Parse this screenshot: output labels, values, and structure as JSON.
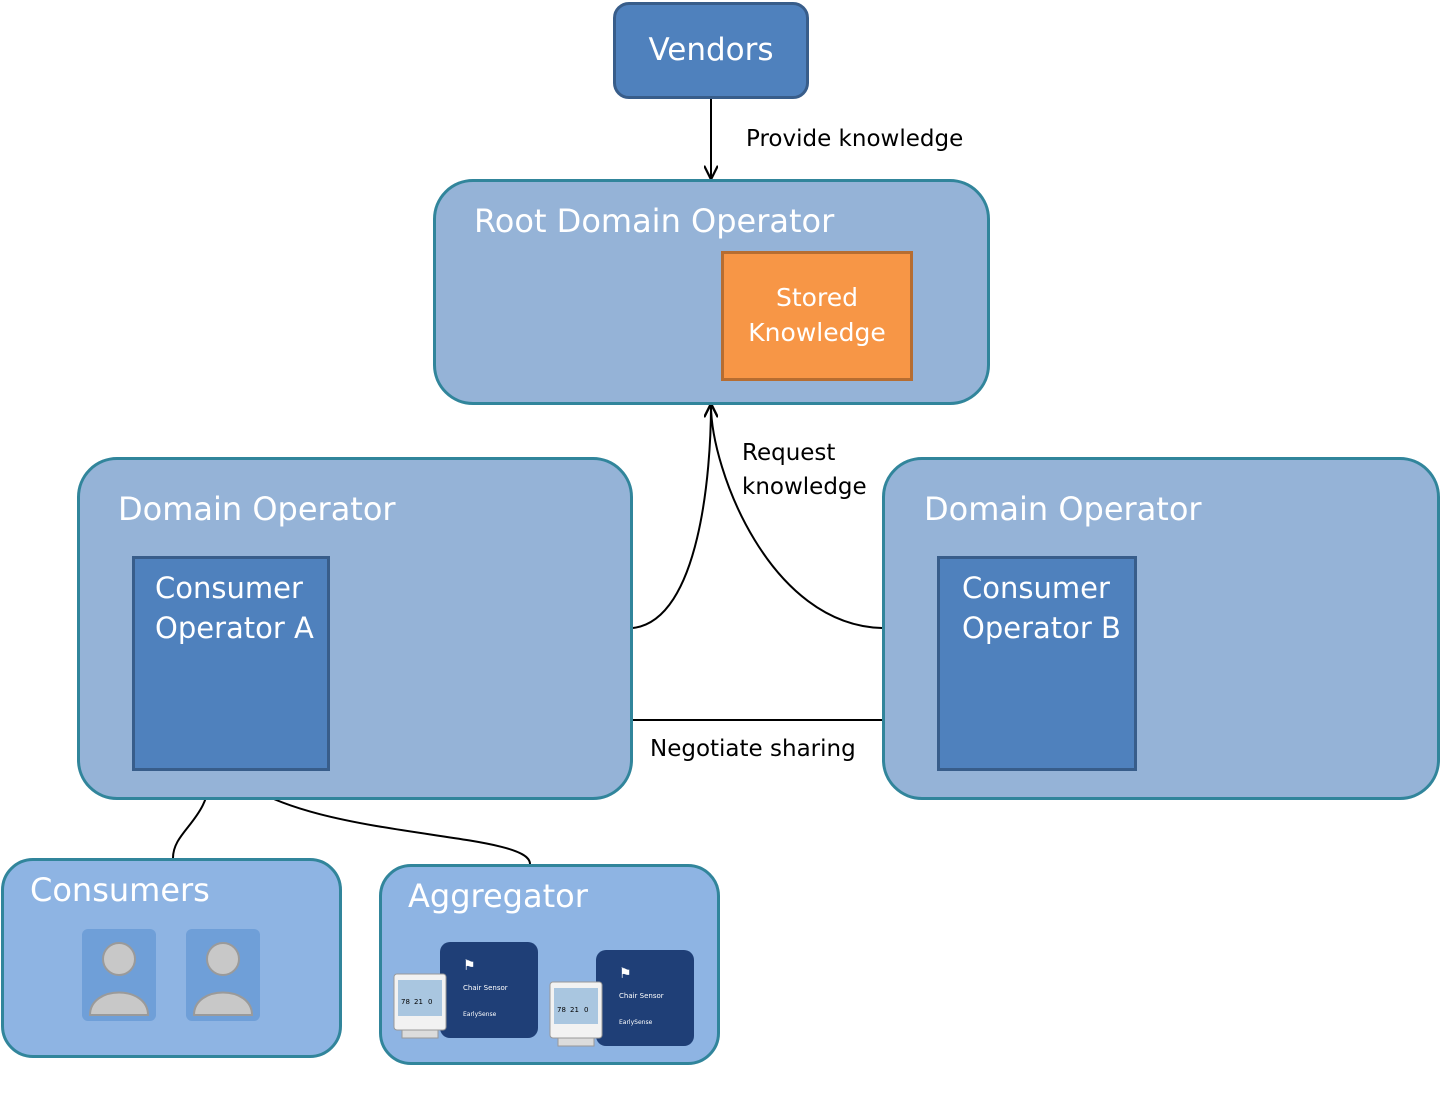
{
  "nodes": {
    "vendors": "Vendors",
    "root_domain_operator": "Root Domain Operator",
    "stored_knowledge": "Stored\nKnowledge",
    "domain_operator_left": "Domain Operator",
    "domain_operator_right": "Domain Operator",
    "consumer_operator_a": "Consumer\nOperator  A",
    "consumer_operator_b": "Consumer\nOperator  B",
    "consumers": "Consumers",
    "aggregator": "Aggregator"
  },
  "edges": {
    "provide_knowledge": "Provide knowledge",
    "request_knowledge": "Request\nknowledge",
    "negotiate_sharing": "Negotiate sharing"
  },
  "device_screen_numbers": [
    "78",
    "21",
    "0"
  ],
  "device_labels": {
    "product": "Chair Sensor",
    "brand": "EarlySense"
  },
  "icons": {
    "consumer_avatar": "person-icon",
    "aggregator_device": "chair-sensor-device-icon"
  },
  "colors": {
    "light_box": "#95b3d7",
    "dark_box": "#4f81bd",
    "stored_knowledge": "#f79646",
    "border": "#31859b"
  }
}
